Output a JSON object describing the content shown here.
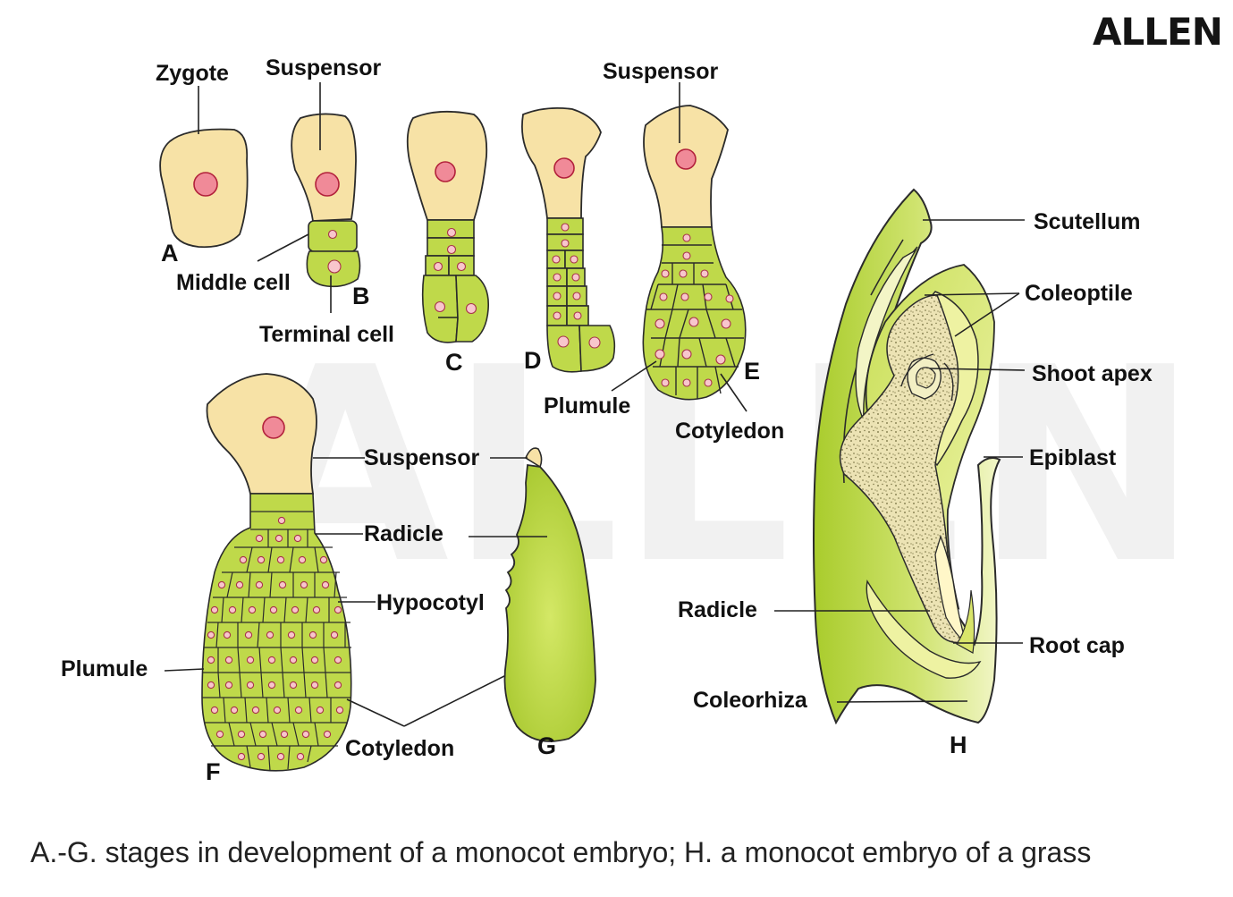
{
  "brand": "ALLEN",
  "watermark": "ALLEN",
  "caption": "A.-G. stages in development of a monocot embryo; H. a monocot embryo of a grass",
  "stages": {
    "a": {
      "letter": "A",
      "labels": {
        "zygote": "Zygote"
      }
    },
    "b": {
      "letter": "B",
      "labels": {
        "suspensor": "Suspensor",
        "middle_cell": "Middle cell",
        "terminal_cell": "Terminal cell"
      }
    },
    "c": {
      "letter": "C"
    },
    "d": {
      "letter": "D"
    },
    "e": {
      "letter": "E",
      "labels": {
        "suspensor": "Suspensor",
        "plumule": "Plumule",
        "cotyledon": "Cotyledon"
      }
    },
    "f": {
      "letter": "F",
      "labels": {
        "suspensor": "Suspensor",
        "radicle": "Radicle",
        "hypocotyl": "Hypocotyl",
        "plumule": "Plumule",
        "cotyledon": "Cotyledon"
      }
    },
    "g": {
      "letter": "G"
    },
    "h": {
      "letter": "H",
      "labels": {
        "scutellum": "Scutellum",
        "coleoptile": "Coleoptile",
        "shoot_apex": "Shoot apex",
        "epiblast": "Epiblast",
        "radicle": "Radicle",
        "root_cap": "Root cap",
        "coleorhiza": "Coleorhiza"
      }
    }
  },
  "colors": {
    "suspensor_fill": "#f7e2a6",
    "cell_fill": "#bfd94a",
    "nucleus_fill": "#f08a98",
    "embryo_green": "#a9cc2c",
    "stipple": "#e8dfa8"
  }
}
